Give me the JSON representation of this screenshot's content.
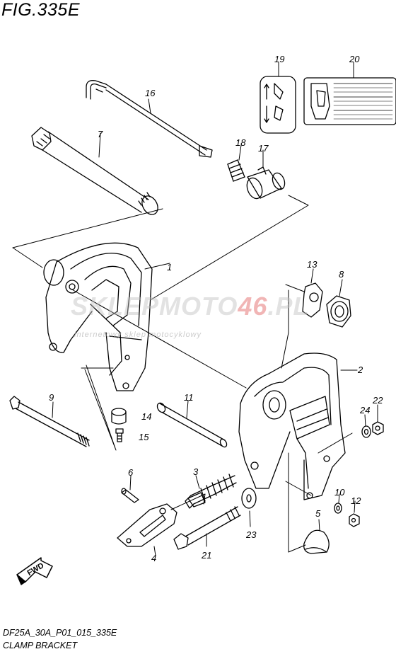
{
  "figure": {
    "title": "FIG.335E",
    "code": "DF25A_30A_P01_015_335E",
    "name": "CLAMP BRACKET"
  },
  "watermark": {
    "main_prefix": "SKLEPMOTO",
    "main_accent": "46",
    "main_suffix": ".PL",
    "subtitle": "internetowy sklep motocyklowy"
  },
  "fwd_badge": "FWD",
  "callouts": [
    {
      "id": "c1",
      "number": "1"
    },
    {
      "id": "c2",
      "number": "2"
    },
    {
      "id": "c3",
      "number": "3"
    },
    {
      "id": "c4",
      "number": "4"
    },
    {
      "id": "c5",
      "number": "5"
    },
    {
      "id": "c6",
      "number": "6"
    },
    {
      "id": "c7",
      "number": "7"
    },
    {
      "id": "c8",
      "number": "8"
    },
    {
      "id": "c9",
      "number": "9"
    },
    {
      "id": "c10",
      "number": "10"
    },
    {
      "id": "c11",
      "number": "11"
    },
    {
      "id": "c12",
      "number": "12"
    },
    {
      "id": "c13",
      "number": "13"
    },
    {
      "id": "c14",
      "number": "14"
    },
    {
      "id": "c15",
      "number": "15"
    },
    {
      "id": "c16",
      "number": "16"
    },
    {
      "id": "c17",
      "number": "17"
    },
    {
      "id": "c18",
      "number": "18"
    },
    {
      "id": "c19",
      "number": "19"
    },
    {
      "id": "c20",
      "number": "20"
    },
    {
      "id": "c21",
      "number": "21"
    },
    {
      "id": "c22",
      "number": "22"
    },
    {
      "id": "c23",
      "number": "23"
    },
    {
      "id": "c24",
      "number": "24"
    }
  ],
  "colors": {
    "line": "#000000",
    "background": "#ffffff"
  }
}
